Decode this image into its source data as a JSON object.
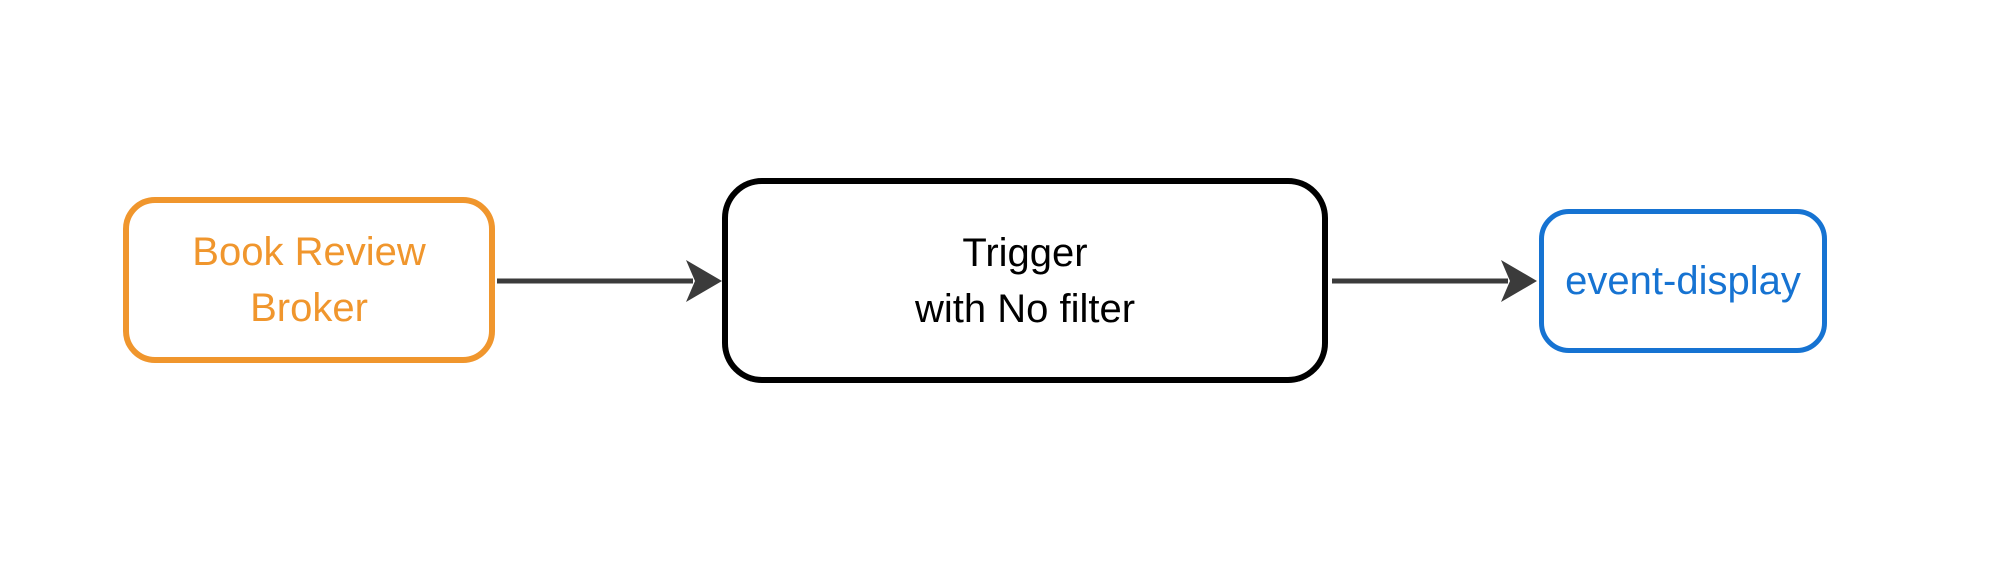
{
  "diagram": {
    "background_color": "#ffffff",
    "arrow_color": "#3b3b3b",
    "nodes": [
      {
        "id": "book-review-broker",
        "label": "Book Review Broker",
        "lines": [
          "Book Review",
          "Broker"
        ],
        "color": "#F0962D",
        "shape": "rounded-rectangle"
      },
      {
        "id": "trigger",
        "label": "Trigger with No filter",
        "lines": [
          "Trigger",
          "with No filter"
        ],
        "color": "#000000",
        "shape": "rounded-rectangle"
      },
      {
        "id": "event-display",
        "label": "event-display",
        "lines": [
          "event-display",
          ""
        ],
        "color": "#1673D2",
        "shape": "rounded-rectangle"
      }
    ],
    "edges": [
      {
        "from": "book-review-broker",
        "to": "trigger",
        "style": "solid-arrow"
      },
      {
        "from": "trigger",
        "to": "event-display",
        "style": "solid-arrow"
      }
    ]
  }
}
